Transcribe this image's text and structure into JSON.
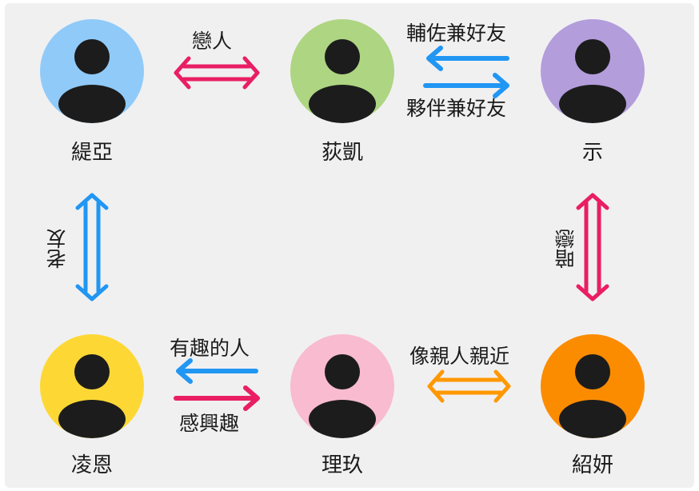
{
  "people": [
    {
      "id": "p1",
      "name": "緹亞",
      "color": "#90caf9"
    },
    {
      "id": "p2",
      "name": "荻凱",
      "color": "#aed581"
    },
    {
      "id": "p3",
      "name": "示",
      "color": "#b39ddb"
    },
    {
      "id": "p4",
      "name": "凌恩",
      "color": "#fdd835"
    },
    {
      "id": "p5",
      "name": "理玖",
      "color": "#f8bbd0"
    },
    {
      "id": "p6",
      "name": "紹妍",
      "color": "#fb8c00"
    }
  ],
  "relations": [
    {
      "id": "r1",
      "label": "戀人",
      "color": "#e91e63"
    },
    {
      "id": "r2a",
      "label": "輔佐兼好友",
      "color": "#2196f3"
    },
    {
      "id": "r2b",
      "label": "夥伴兼好友",
      "color": "#2196f3"
    },
    {
      "id": "r3",
      "label": "老友",
      "color": "#2196f3"
    },
    {
      "id": "r4",
      "label": "暗戀",
      "color": "#e91e63"
    },
    {
      "id": "r5a",
      "label": "有趣的人",
      "color": "#2196f3"
    },
    {
      "id": "r5b",
      "label": "感興趣",
      "color": "#e91e63"
    },
    {
      "id": "r6",
      "label": "像親人親近",
      "color": "#ff9800"
    }
  ]
}
